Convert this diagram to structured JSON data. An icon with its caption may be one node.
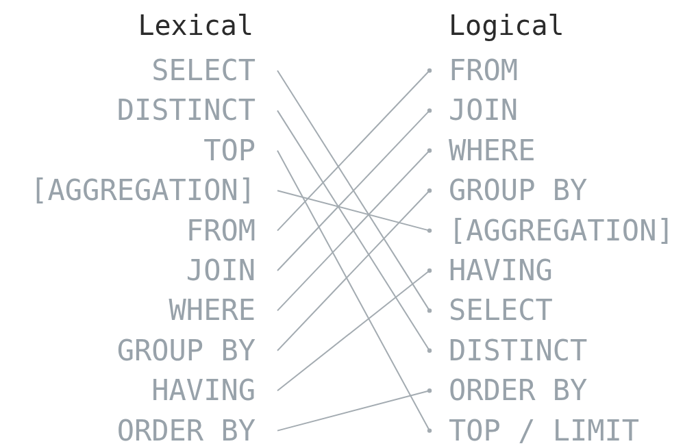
{
  "diagram": {
    "nodes": [
      {
        "text": [
          "SELECT"
        ]
      },
      {
        "text": [
          "DISTINCT"
        ]
      },
      {
        "text": [
          "TOP"
        ]
      },
      {
        "text": [
          "[AGGREGATION]"
        ]
      },
      {
        "text": [
          "FROM"
        ]
      },
      {
        "text": [
          "JOIN"
        ]
      },
      {
        "text": [
          "WHERE"
        ]
      },
      {
        "text": [
          "GROUP BY"
        ]
      },
      {
        "text": [
          "HAVING"
        ]
      },
      {
        "text": [
          "ORDER BY"
        ]
      },
      {
        "text": [
          "FROM"
        ]
      },
      {
        "text": [
          "JOIN"
        ]
      },
      {
        "text": [
          "WHERE"
        ]
      },
      {
        "text": [
          "GROUP BY"
        ]
      },
      {
        "text": [
          "[AGGREGATION]"
        ]
      },
      {
        "text": [
          "HAVING"
        ]
      },
      {
        "text": [
          "SELECT"
        ]
      },
      {
        "text": [
          "DISTINCT"
        ]
      },
      {
        "text": [
          "ORDER BY"
        ]
      },
      {
        "text": [
          "TOP / LIMIT"
        ]
      }
    ],
    "edges": [
      {
        "from": 0,
        "to": 16,
        "arrow": "other"
      },
      {
        "from": 1,
        "to": 17,
        "arrow": "other"
      },
      {
        "from": 2,
        "to": 19,
        "arrow": "other"
      },
      {
        "from": 3,
        "to": 14,
        "arrow": "other"
      },
      {
        "from": 4,
        "to": 10,
        "arrow": "other"
      },
      {
        "from": 5,
        "to": 11,
        "arrow": "other"
      },
      {
        "from": 6,
        "to": 12,
        "arrow": "other"
      },
      {
        "from": 7,
        "to": 13,
        "arrow": "other"
      },
      {
        "from": 8,
        "to": 15,
        "arrow": "other"
      },
      {
        "from": 9,
        "to": 18,
        "arrow": "other"
      }
    ],
    "labels": [
      "Lexical",
      "Logical"
    ]
  }
}
